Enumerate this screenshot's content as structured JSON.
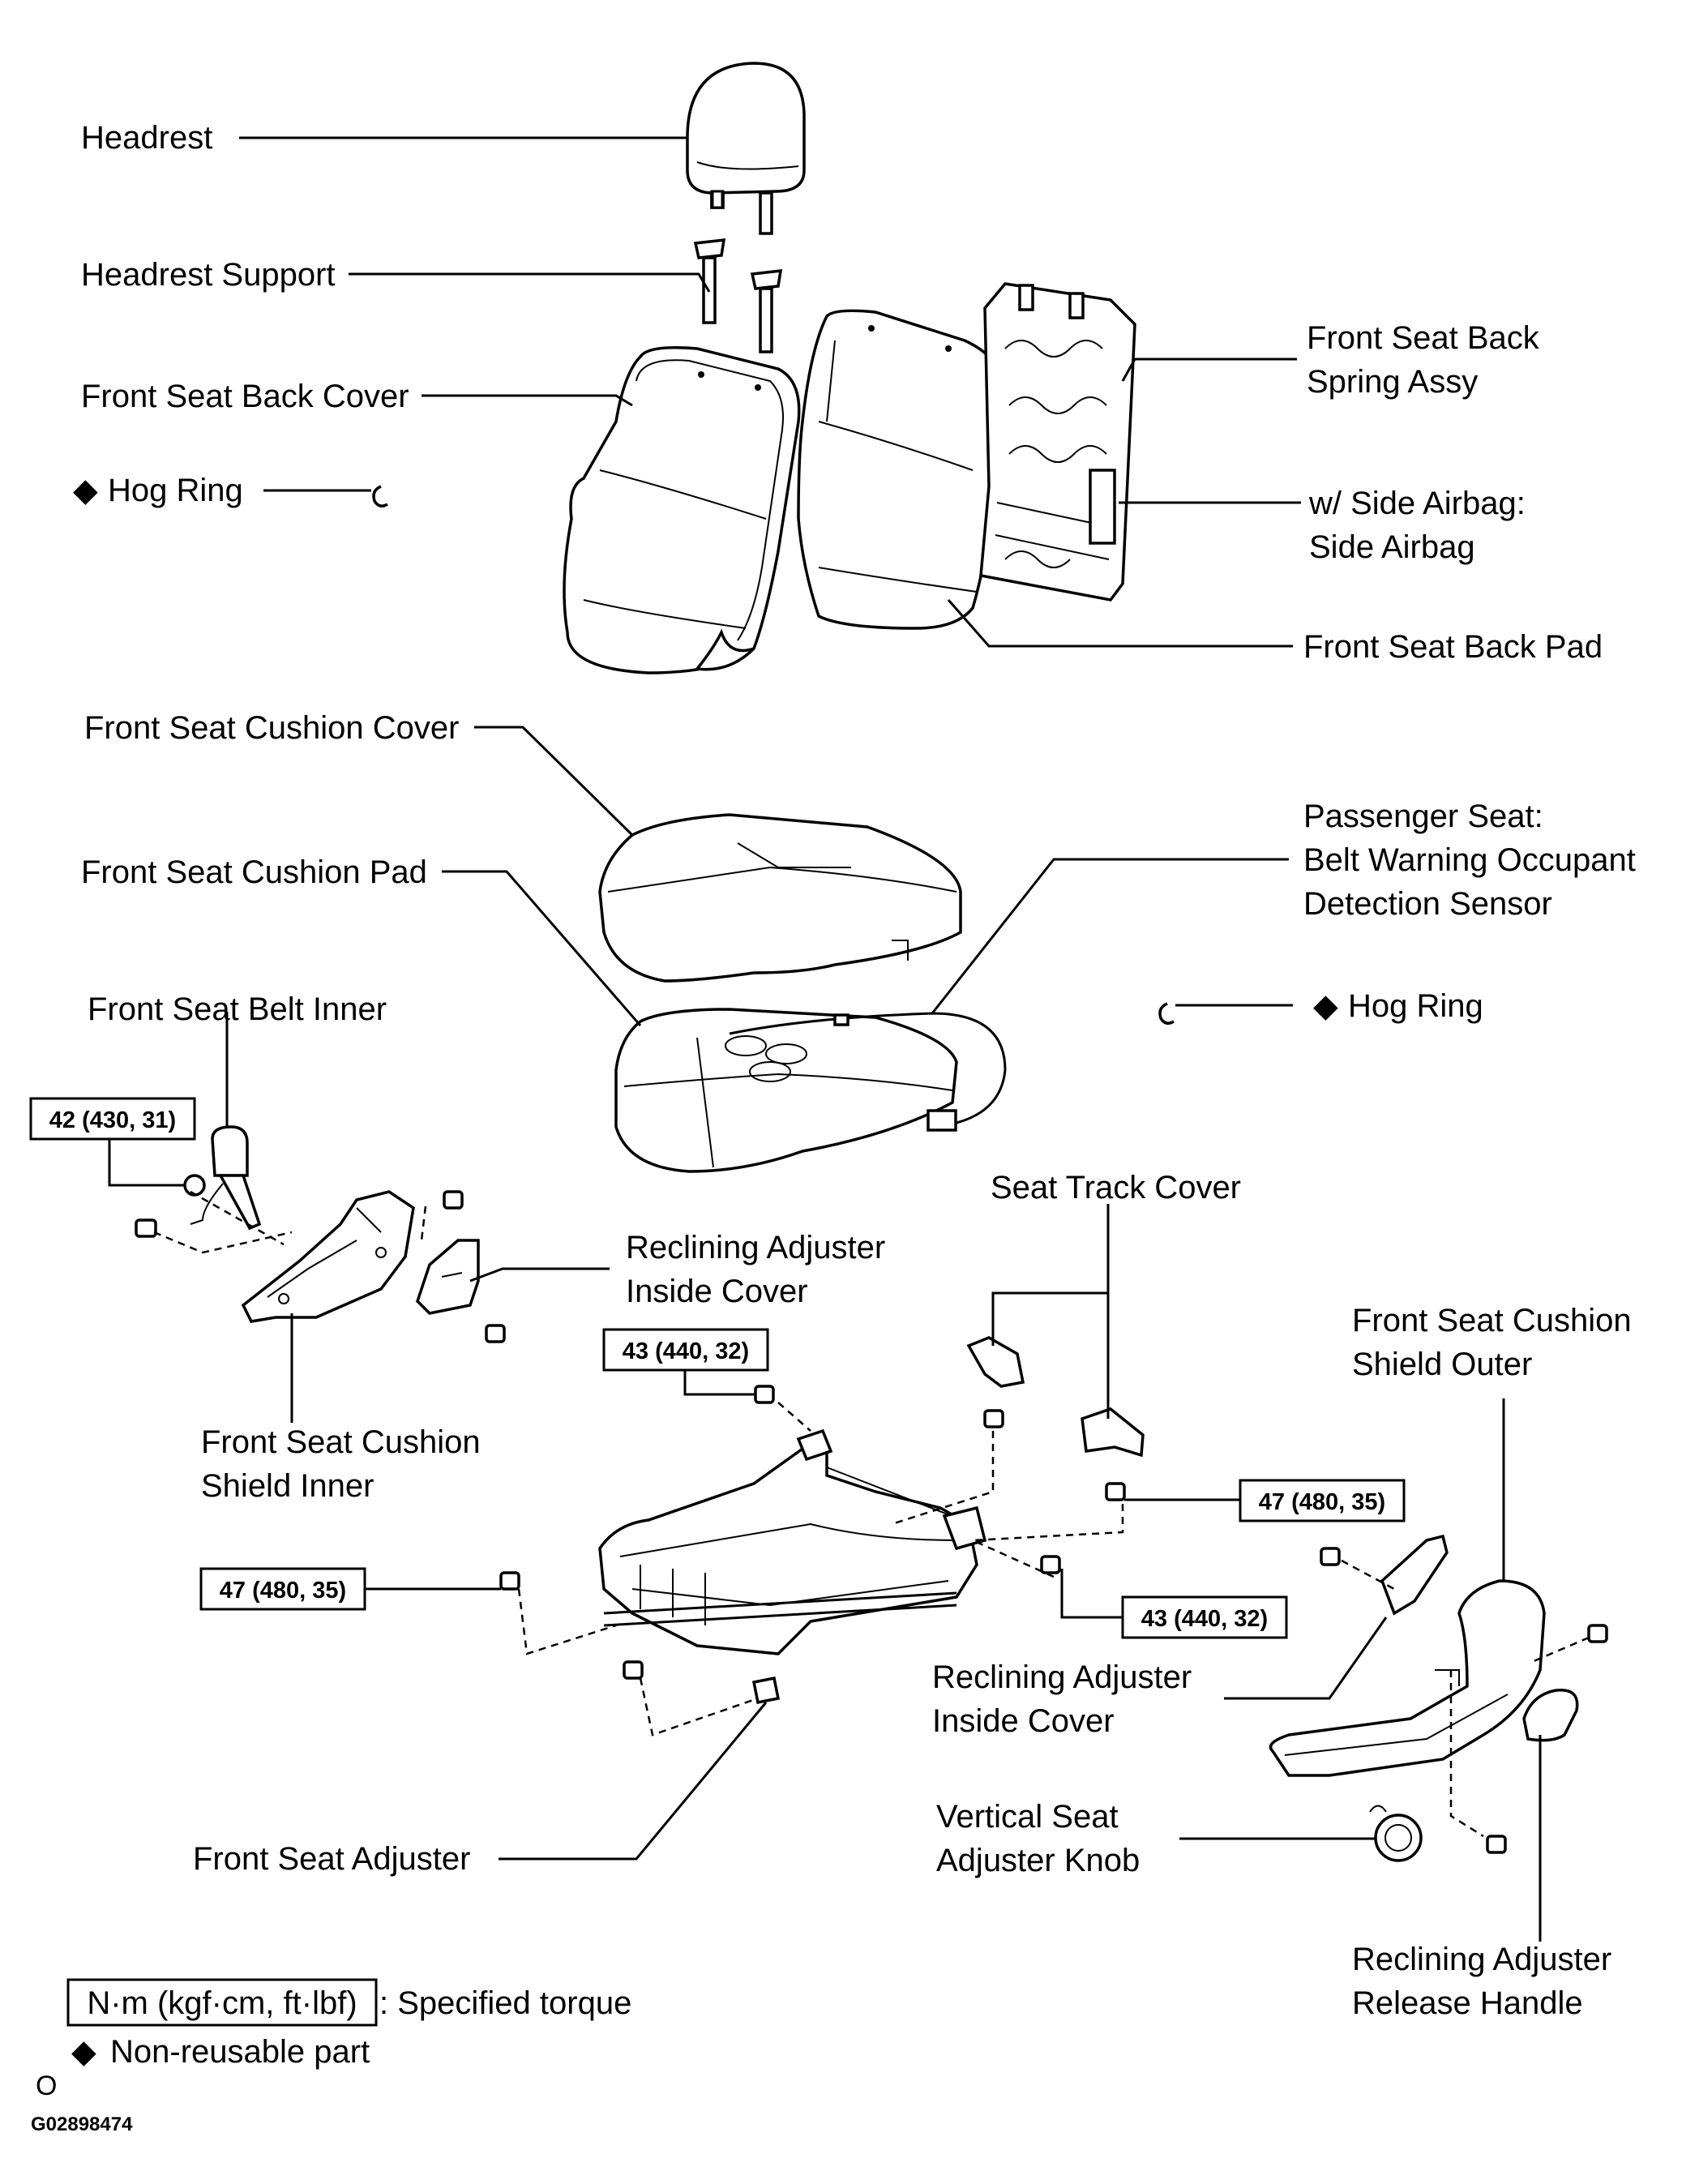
{
  "labels": {
    "headrest": "Headrest",
    "headrest_support": "Headrest Support",
    "back_cover": "Front Seat Back Cover",
    "hog_ring": "Hog Ring",
    "spring_assy_1": "Front Seat Back",
    "spring_assy_2": "Spring Assy",
    "side_airbag_1": "w/ Side Airbag:",
    "side_airbag_2": "Side Airbag",
    "back_pad": "Front Seat Back Pad",
    "cushion_cover": "Front Seat Cushion Cover",
    "cushion_pad": "Front Seat Cushion Pad",
    "sensor_1": "Passenger Seat:",
    "sensor_2": "Belt Warning Occupant",
    "sensor_3": "Detection Sensor",
    "hog_ring_2": "Hog Ring",
    "belt_inner": "Front Seat Belt Inner",
    "seat_track_cover": "Seat Track Cover",
    "recl_inside_1": "Reclining Adjuster",
    "recl_inside_2": "Inside Cover",
    "shield_outer_1": "Front Seat Cushion",
    "shield_outer_2": "Shield Outer",
    "shield_inner_1": "Front Seat Cushion",
    "shield_inner_2": "Shield Inner",
    "recl_inside_b_1": "Reclining Adjuster",
    "recl_inside_b_2": "Inside Cover",
    "vert_knob_1": "Vertical Seat",
    "vert_knob_2": "Adjuster Knob",
    "seat_adjuster": "Front Seat Adjuster",
    "release_handle_1": "Reclining Adjuster",
    "release_handle_2": "Release Handle"
  },
  "torques": {
    "t1": "42 (430, 31)",
    "t2": "43 (440, 32)",
    "t3": "47 (480, 35)",
    "t4": "47 (480, 35)",
    "t5": "43 (440, 32)"
  },
  "legend": {
    "torque_box": "N·m (kgf·cm, ft·lbf)",
    "torque_text": ": Specified torque",
    "nonreusable": "Non-reusable part",
    "mark": "O"
  },
  "symbols": {
    "diamond": "◆"
  },
  "figure_id": "G02898474"
}
